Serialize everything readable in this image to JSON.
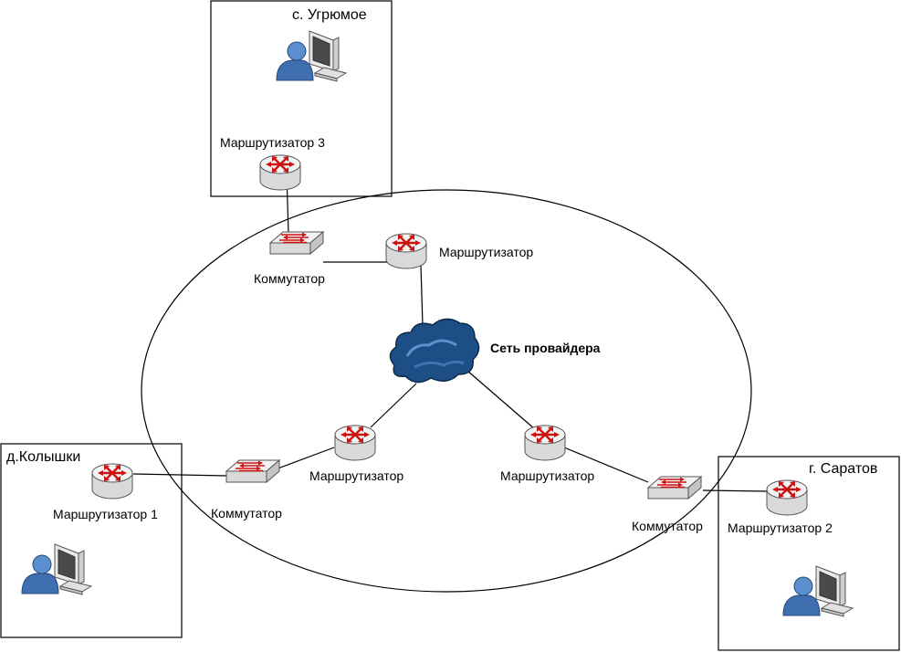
{
  "sites": {
    "top": "с. Угрюмое",
    "left": "д.Колышки",
    "right": "г. Саратов"
  },
  "labels": {
    "router_3": "Маршрутизатор 3",
    "router_1": "Маршрутизатор 1",
    "router_2": "Маршрутизатор 2",
    "router_top": "Маршрутизатор",
    "router_left": "Маршрутизатор",
    "router_right": "Маршрутизатор",
    "switch_top": "Коммутатор",
    "switch_left": "Коммутатор",
    "switch_right": "Коммутатор",
    "provider_network": "Сеть провайдера"
  },
  "icons": {
    "router": "router-icon",
    "switch": "switch-icon",
    "cloud": "cloud-icon",
    "user": "user-icon",
    "computer": "computer-icon"
  },
  "colors": {
    "router_arrows": "#cc1111",
    "cloud": "#1d4f86",
    "user": "#3f6fb0",
    "device_body": "#e8e8e8"
  }
}
